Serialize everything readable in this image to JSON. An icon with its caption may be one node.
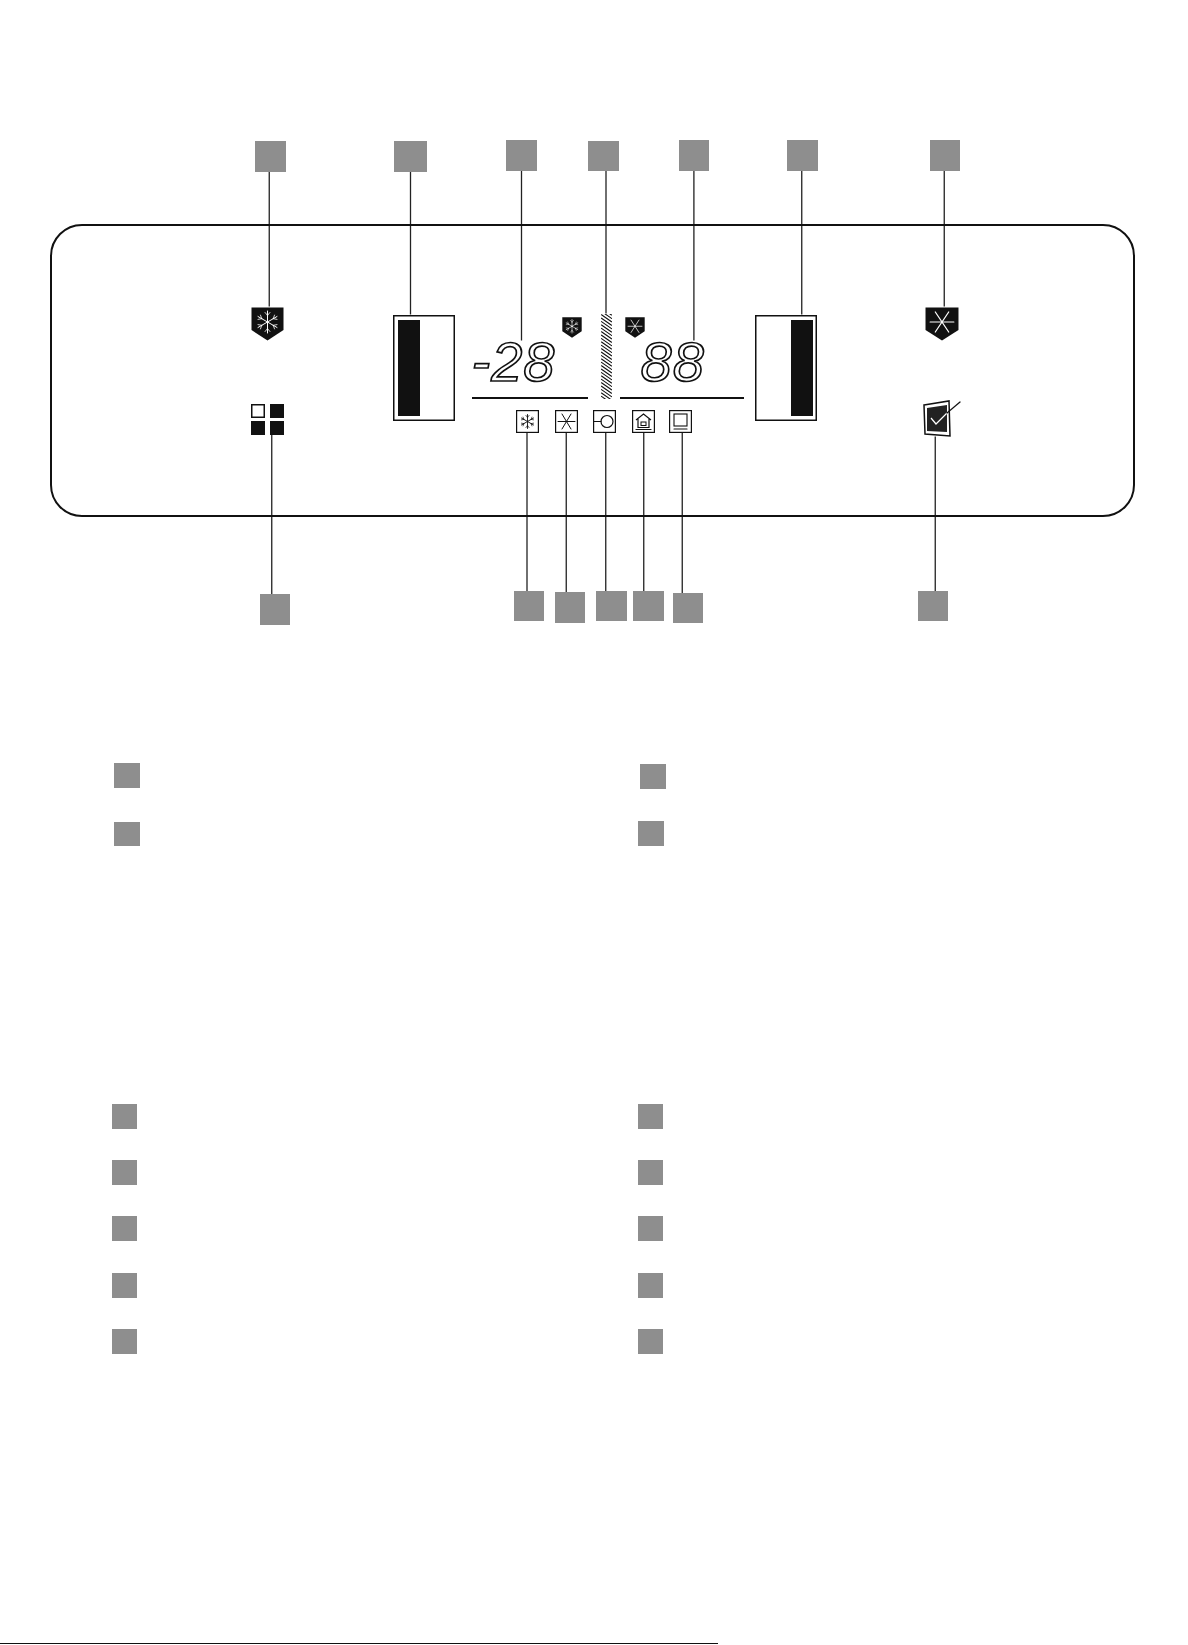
{
  "diagram": {
    "nodes": [
      {
        "text": [],
        "shape": "box"
      },
      {
        "text": [],
        "shape": "box"
      },
      {
        "text": [],
        "shape": "box"
      },
      {
        "text": [],
        "shape": "box"
      },
      {
        "text": [],
        "shape": "box"
      },
      {
        "text": [],
        "shape": "box"
      },
      {
        "text": [],
        "shape": "box"
      },
      {
        "text": [],
        "shape": "box"
      },
      {
        "text": [],
        "shape": "picture",
        "in": 7
      },
      {
        "text": [],
        "shape": "bar",
        "in": 7
      },
      {
        "text": [
          "-28"
        ],
        "in": 7
      },
      {
        "text": [],
        "shape": "bar",
        "in": 7
      },
      {
        "text": [
          "88"
        ],
        "in": 7
      },
      {
        "text": [],
        "shape": "bar",
        "in": 7
      },
      {
        "text": [],
        "shape": "picture",
        "in": 7
      },
      {
        "text": [],
        "shape": "picture",
        "in": 7
      },
      {
        "text": [],
        "shape": "picture",
        "in": 7
      },
      {
        "text": [],
        "shape": "picture",
        "in": 7
      },
      {
        "text": [],
        "shape": "picture",
        "in": 7
      },
      {
        "text": [],
        "shape": "picture",
        "in": 7
      },
      {
        "text": [],
        "shape": "picture",
        "in": 7
      },
      {
        "text": [],
        "shape": "picture",
        "in": 7
      },
      {
        "text": [],
        "shape": "box"
      },
      {
        "text": [],
        "shape": "box"
      },
      {
        "text": [],
        "shape": "box"
      },
      {
        "text": [],
        "shape": "box"
      },
      {
        "text": [],
        "shape": "box"
      },
      {
        "text": [],
        "shape": "box"
      },
      {
        "text": [],
        "shape": "box"
      },
      {
        "text": [],
        "shape": "box"
      },
      {
        "text": [],
        "shape": "box"
      },
      {
        "text": [],
        "shape": "box"
      },
      {
        "text": [],
        "shape": "box"
      },
      {
        "text": [],
        "shape": "box"
      },
      {
        "text": [],
        "shape": "box"
      },
      {
        "text": [],
        "shape": "box"
      },
      {
        "text": [],
        "shape": "box"
      },
      {
        "text": [],
        "shape": "box"
      },
      {
        "text": [],
        "shape": "box"
      },
      {
        "text": [],
        "shape": "box"
      },
      {
        "text": [],
        "shape": "box"
      },
      {
        "text": [],
        "shape": "box"
      },
      {
        "text": [],
        "shape": "box"
      }
    ],
    "edges": [
      {
        "from": 0,
        "to": 8,
        "arrow": "none"
      },
      {
        "from": 1,
        "to": 9,
        "arrow": "none"
      },
      {
        "from": 2,
        "to": 10,
        "arrow": "none"
      },
      {
        "from": 3,
        "to": 11,
        "arrow": "none"
      },
      {
        "from": 4,
        "to": 12,
        "arrow": "none"
      },
      {
        "from": 5,
        "to": 13,
        "arrow": "none"
      },
      {
        "from": 6,
        "to": 14,
        "arrow": "none"
      },
      {
        "from": 22,
        "to": 15,
        "arrow": "none"
      },
      {
        "from": 23,
        "to": 16,
        "arrow": "none"
      },
      {
        "from": 24,
        "to": 17,
        "arrow": "none"
      },
      {
        "from": 25,
        "to": 18,
        "arrow": "none"
      },
      {
        "from": 26,
        "to": 19,
        "arrow": "none"
      },
      {
        "from": 27,
        "to": 20,
        "arrow": "none"
      },
      {
        "from": 28,
        "to": 21,
        "arrow": "none"
      }
    ]
  }
}
